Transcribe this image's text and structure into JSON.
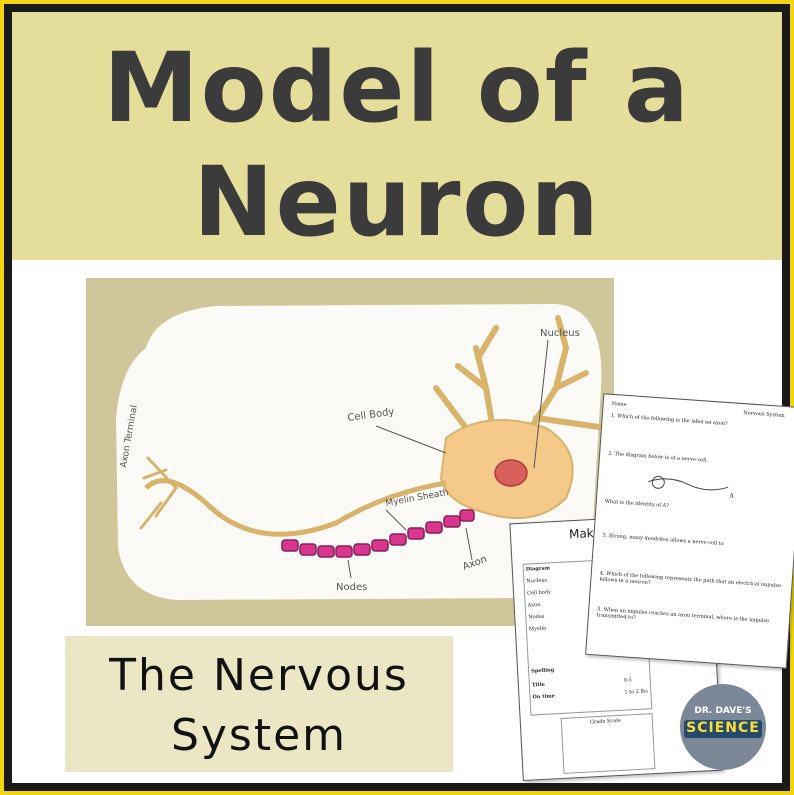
{
  "title": {
    "line1": "Model of a",
    "line2": "Neuron"
  },
  "subtitle": {
    "line1": "The Nervous",
    "line2": "System"
  },
  "diagram_labels": {
    "axon_terminal": "Axon Terminal",
    "cell_body": "Cell Body",
    "nucleus": "Nucleus",
    "myelin_sheath": "Myelin Sheath",
    "nodes": "Nodes",
    "axon": "Axon"
  },
  "worksheet_front": {
    "name_label": "Name",
    "header": "Nervous System",
    "q1": "1. Which of the following is the label on axon?",
    "q2": "2. The diagram below is of a nerve cell.",
    "q3": "3. Strong, many dendrites allows a nerve cell to",
    "q4": "4. Which of the following represents the path that an electrical impulse follows in a neuron?",
    "q5": "5. When an impulse reaches an axon terminal, where is the impulse transmitted to?",
    "diagram_point": "A",
    "what_is": "What is the identity of A?"
  },
  "worksheet_back": {
    "heading": "Mak",
    "rows": [
      "Diagram",
      "Nucleus",
      "Cell body",
      "Axon",
      "Nodes",
      "Myelin",
      "Spelling",
      "Title",
      "On time"
    ],
    "grade_box": "Grade Scale",
    "scores": [
      "0-5",
      "1 to 2 lbs"
    ]
  },
  "logo": {
    "top": "DR. DAVE'S",
    "main": "SCIENCE"
  },
  "colors": {
    "frame": "#f2d40f",
    "band": "#e5dd9a",
    "title_text": "#3b3b3b",
    "node_magenta": "#d9368f"
  }
}
